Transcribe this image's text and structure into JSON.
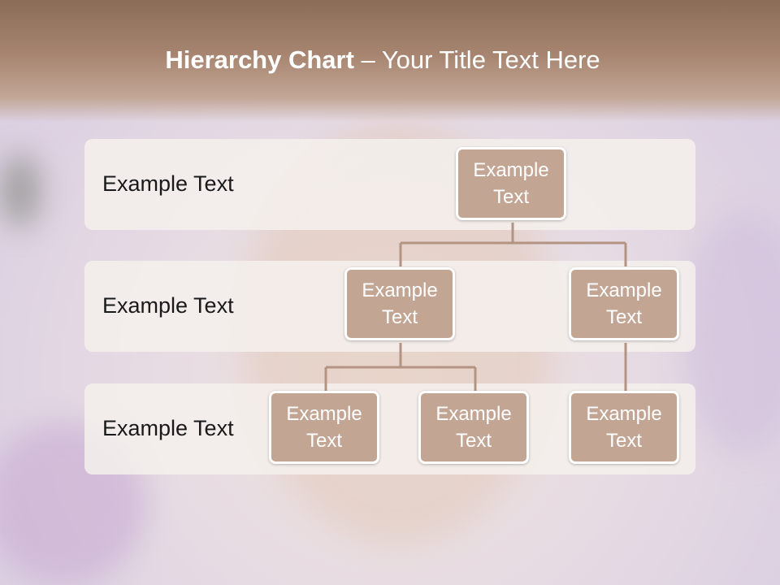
{
  "header": {
    "title_bold": "Hierarchy Chart",
    "title_rest": " – Your Title Text Here"
  },
  "rows": [
    {
      "label": "Example Text"
    },
    {
      "label": "Example Text"
    },
    {
      "label": "Example Text"
    }
  ],
  "nodes": [
    {
      "line1": "Example",
      "line2": "Text"
    },
    {
      "line1": "Example",
      "line2": "Text"
    },
    {
      "line1": "Example",
      "line2": "Text"
    },
    {
      "line1": "Example",
      "line2": "Text"
    },
    {
      "line1": "Example",
      "line2": "Text"
    },
    {
      "line1": "Example",
      "line2": "Text"
    }
  ],
  "colors": {
    "node_fill": "#c3a594",
    "connector": "#b39483",
    "header": "#a78570"
  }
}
